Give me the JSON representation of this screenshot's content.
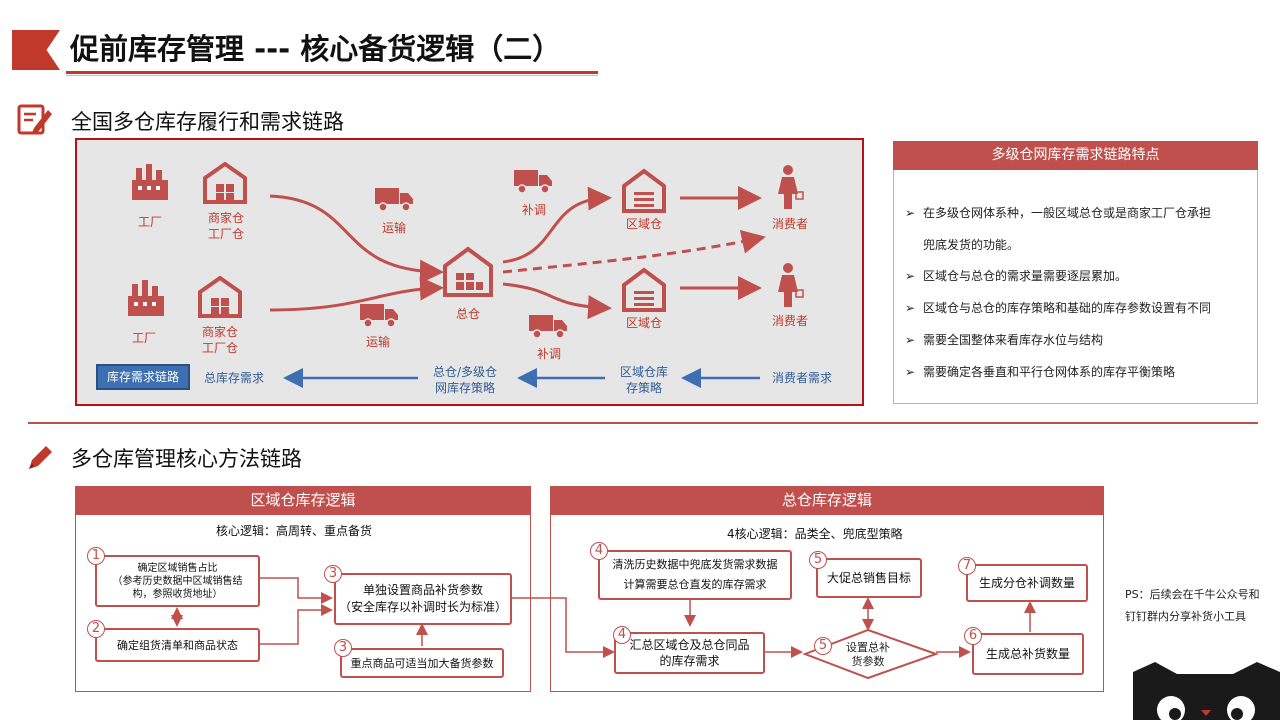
{
  "title": "促前库存管理 --- 核心备货逻辑（二）",
  "section1": {
    "title": "全国多仓库存履行和需求链路",
    "factory1": "工厂",
    "merchant1_line1": "商家仓",
    "merchant1_line2": "工厂仓",
    "factory2": "工厂",
    "merchant2_line1": "商家仓",
    "merchant2_line2": "工厂仓",
    "transport1": "运输",
    "transport2": "运输",
    "central": "总仓",
    "replenish1": "补调",
    "replenish2": "补调",
    "region1": "区域仓",
    "region2": "区域仓",
    "consumer1": "消费者",
    "consumer2": "消费者",
    "chain_button": "库存需求链路",
    "demand_central": "总库存需求",
    "demand_network_line1": "总仓/多级仓",
    "demand_network_line2": "网库存策略",
    "demand_region_line1": "区域仓库",
    "demand_region_line2": "存策略",
    "demand_consumer": "消费者需求"
  },
  "features": {
    "title": "多级仓网库存需求链路特点",
    "items": [
      "在多级仓网体系种，一般区域总仓或是商家工厂仓承担",
      "兜底发货的功能。",
      "区域仓与总仓的需求量需要逐层累加。",
      "区域仓与总仓的库存策略和基础的库存参数设置有不同",
      "需要全国整体来看库存水位与结构",
      "需要确定各垂直和平行仓网体系的库存平衡策略"
    ]
  },
  "section2": {
    "title": "多仓库管理核心方法链路",
    "regional": {
      "title": "区域仓库存逻辑",
      "subtitle": "核心逻辑：高周转、重点备货",
      "n1_num": "1",
      "n1_line1": "确定区域销售占比",
      "n1_line2": "（参考历史数据中区域销售结",
      "n1_line3": "构，参照收货地址）",
      "n2_num": "2",
      "n2": "确定组货清单和商品状态",
      "n3_num": "3",
      "n3_line1": "单独设置商品补货参数",
      "n3_line2": "（安全库存以补调时长为标准）",
      "n3b_num": "3",
      "n3b": "重点商品可适当加大备货参数"
    },
    "central": {
      "title": "总仓库存逻辑",
      "subtitle": "4核心逻辑：品类全、兜底型策略",
      "n4a_num": "4",
      "n4a_line1": "清洗历史数据中兜底发货需求数据",
      "n4a_line2": "计算需要总仓直发的库存需求",
      "n4b_num": "4",
      "n4b_line1": "汇总区域仓及总仓同品",
      "n4b_line2": "的库存需求",
      "n5a_num": "5",
      "n5a": "大促总销售目标",
      "n5b_num": "5",
      "n5b_line1": "设置总补",
      "n5b_line2": "货参数",
      "n6_num": "6",
      "n6": "生成总补货数量",
      "n7_num": "7",
      "n7": "生成分仓补调数量"
    }
  },
  "ps_line1": "PS：后续会在千牛公众号和",
  "ps_line2": "钉钉群内分享补货小工具",
  "colors": {
    "accent": "#c0504d",
    "dark_red": "#b0141b",
    "blue": "#3e6fb0",
    "panel_grey": "#e6e6e6"
  }
}
